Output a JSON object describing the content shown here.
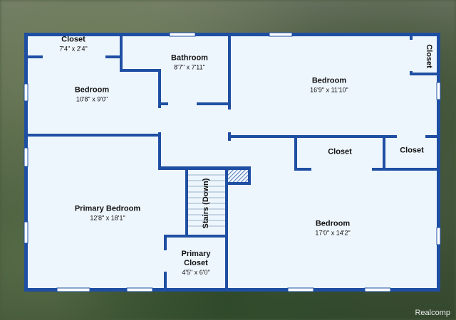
{
  "rooms": {
    "closet_top_left": {
      "name": "Closet",
      "dim": "7'4\" x 2'4\""
    },
    "bathroom": {
      "name": "Bathroom",
      "dim": "8'7\" x 7'11\""
    },
    "bedroom_top_left": {
      "name": "Bedroom",
      "dim": "10'8\" x 9'0\""
    },
    "bedroom_top_right": {
      "name": "Bedroom",
      "dim": "16'9\" x 11'10\""
    },
    "closet_vertical": {
      "name": "Closet"
    },
    "closet_mid": {
      "name": "Closet"
    },
    "closet_right": {
      "name": "Closet"
    },
    "primary_bedroom": {
      "name": "Primary Bedroom",
      "dim": "12'8\" x 18'1\""
    },
    "stairs": {
      "name": "Stairs (Down)"
    },
    "primary_closet": {
      "name_line1": "Primary",
      "name_line2": "Closet",
      "dim": "4'5\" x 6'0\""
    },
    "bedroom_bottom_right": {
      "name": "Bedroom",
      "dim": "17'0\" x 14'2\""
    }
  },
  "watermark": "Realcomp",
  "colors": {
    "wall": "#1f4fa3",
    "floor": "#eef6fd",
    "window": "#ffffff"
  }
}
